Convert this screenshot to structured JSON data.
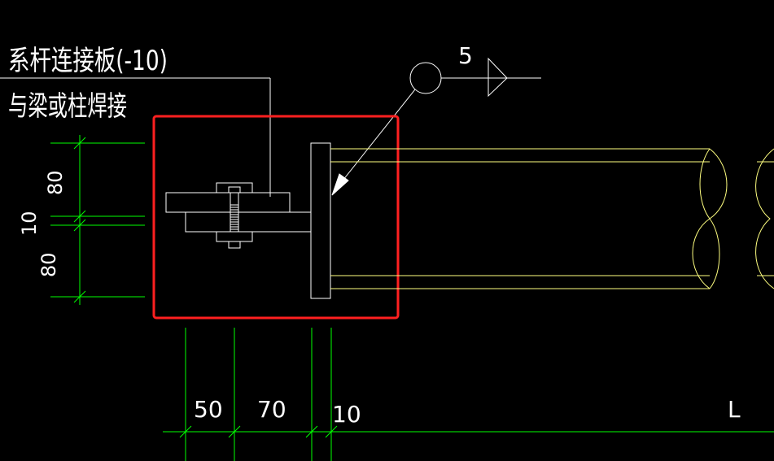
{
  "annotation": {
    "line1": "系杆连接板(-10)",
    "line2": "与梁或柱焊接"
  },
  "weld_symbol": {
    "size_label": "5"
  },
  "dimensions": {
    "vertical": {
      "top": "80",
      "middle": "10",
      "bottom": "80"
    },
    "horizontal": {
      "first": "50",
      "second": "70",
      "third": "10",
      "length": "L"
    }
  },
  "colors": {
    "background": "#000000",
    "geometry": "#ffffff",
    "member": "#ffff80",
    "dimension": "#00ff00",
    "highlight": "#ff2020"
  }
}
